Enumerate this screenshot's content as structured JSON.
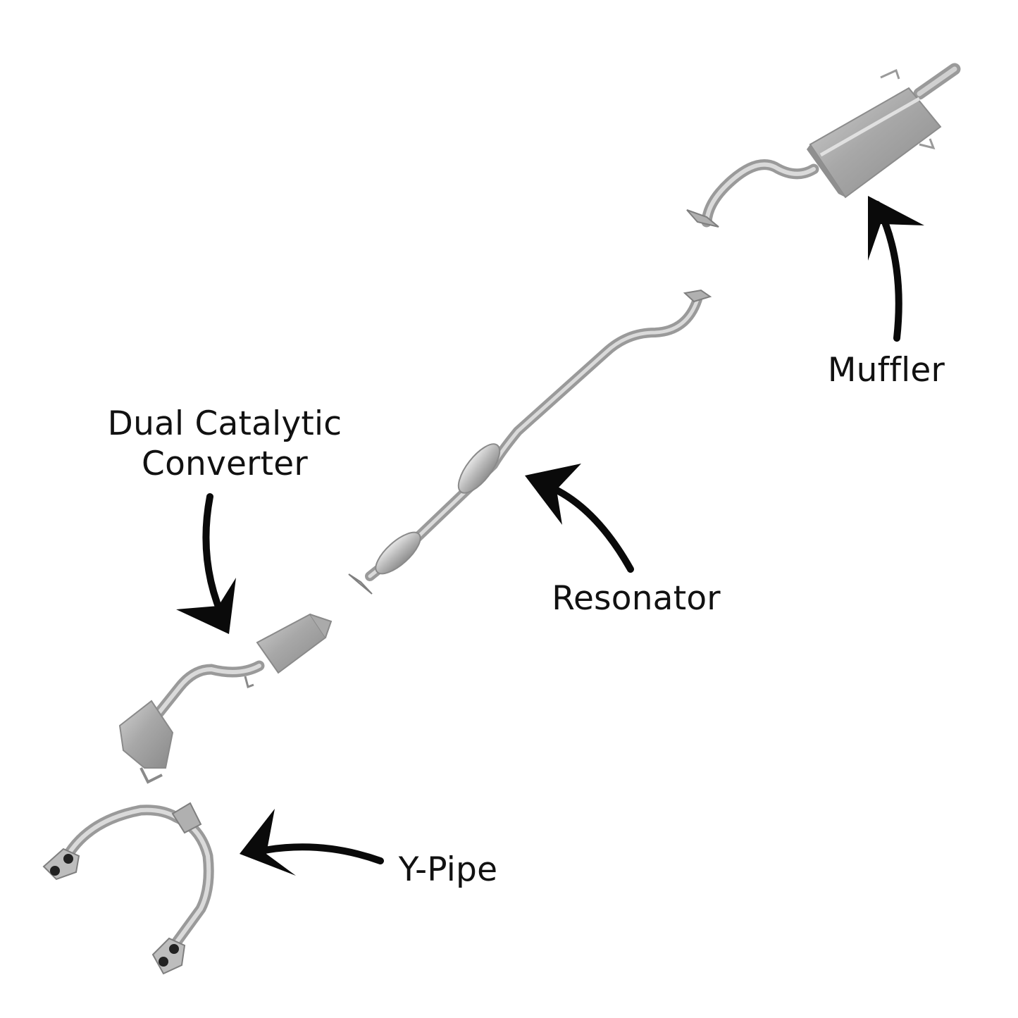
{
  "labels": {
    "muffler": "Muffler",
    "resonator": "Resonator",
    "y_pipe": "Y-Pipe",
    "catalytic_line1": "Dual Catalytic",
    "catalytic_line2": "Converter"
  },
  "colors": {
    "metal_light": "#dcdcdc",
    "metal_mid": "#b4b4b4",
    "metal_dark": "#8a8a8a",
    "arrow": "#0a0a0a",
    "text": "#111111",
    "background": "#ffffff"
  },
  "icons": {
    "arrow": "curved-arrow-icon"
  }
}
